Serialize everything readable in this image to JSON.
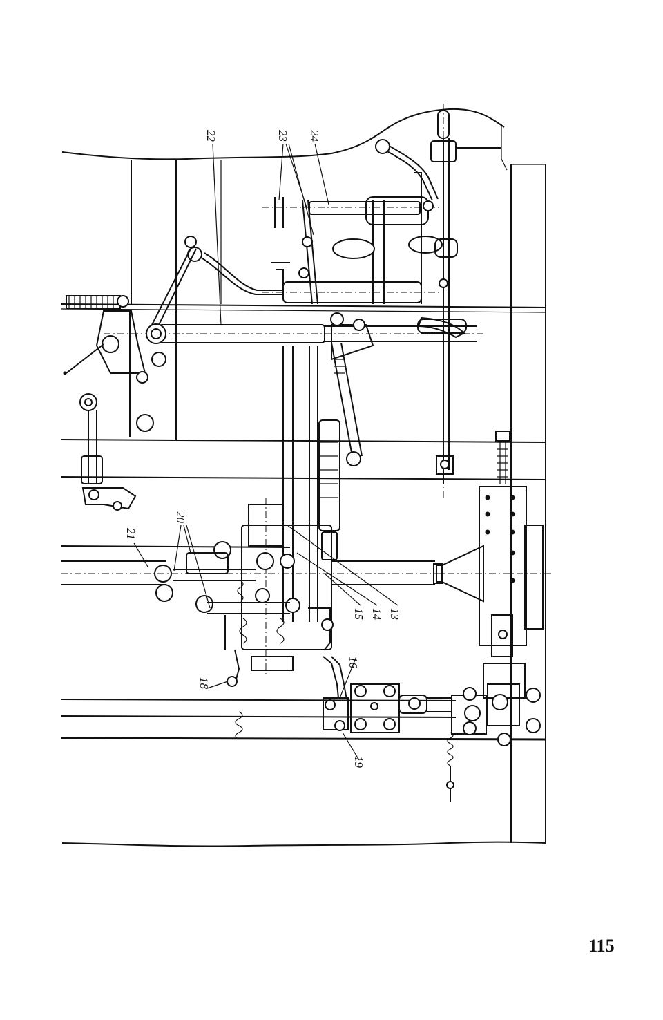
{
  "page_number": "115",
  "callouts": {
    "c13": "13",
    "c14": "14",
    "c15": "15",
    "c16": "16",
    "c18": "18",
    "c19": "19",
    "c20": "20",
    "c21": "21",
    "c22": "22",
    "c23": "23",
    "c24": "24"
  }
}
